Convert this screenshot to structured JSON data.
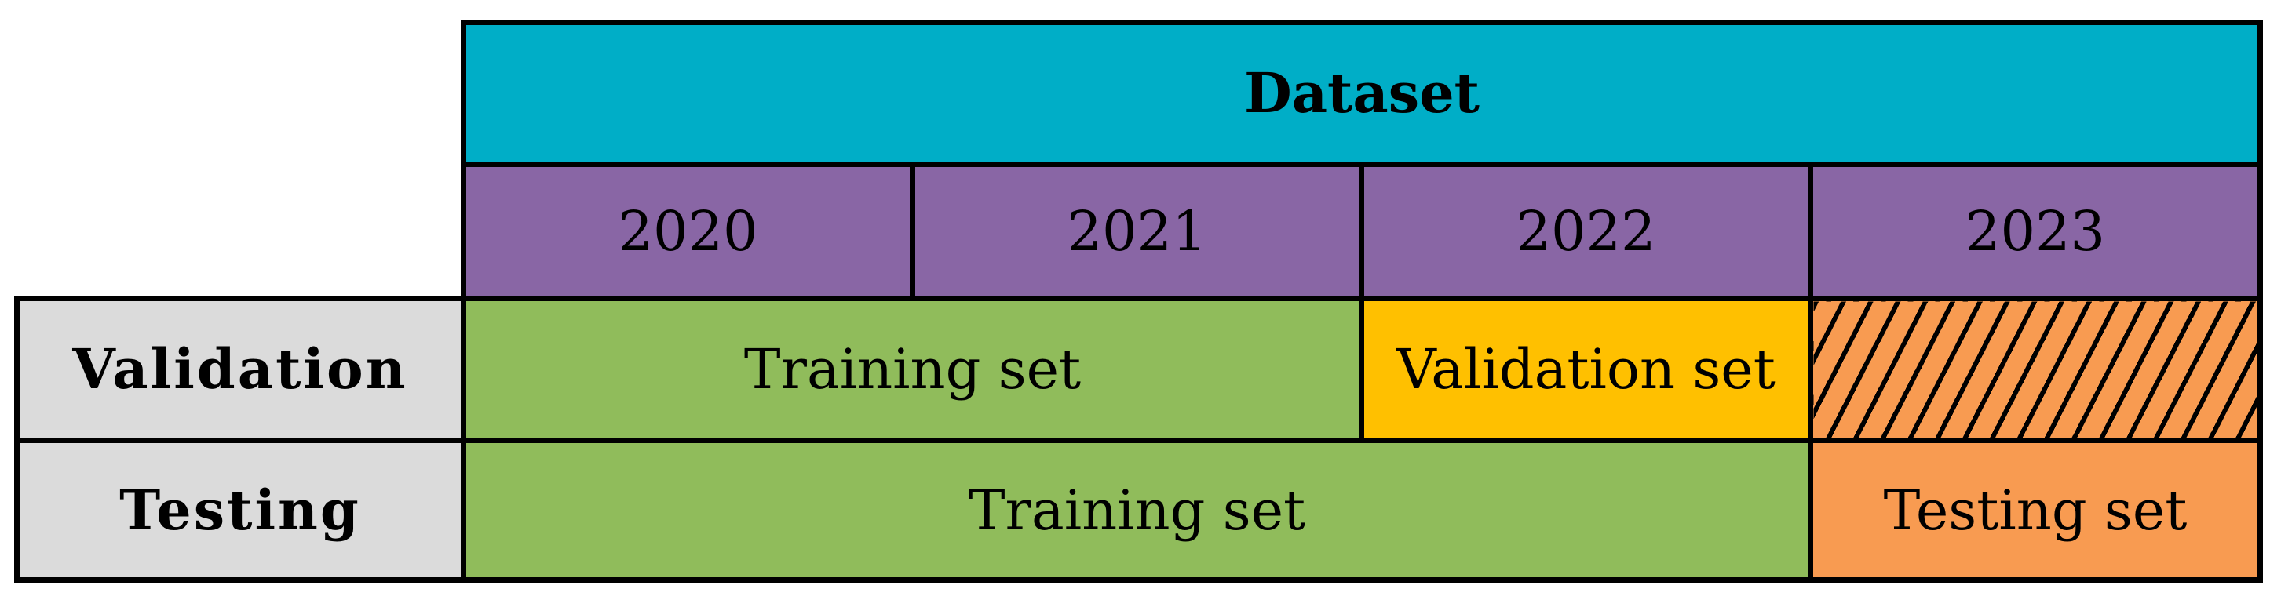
{
  "table": {
    "header": "Dataset",
    "years": [
      "2020",
      "2021",
      "2022",
      "2023"
    ],
    "validation_row": {
      "label": "Validation",
      "training": "Training set",
      "validation": "Validation set"
    },
    "testing_row": {
      "label": "Testing",
      "training": "Training set",
      "testing": "Testing set"
    },
    "colors": {
      "header_fill": "#00AEC7",
      "year_fill": "#8966A5",
      "training_fill": "#90BC5B",
      "validation_fill": "#FFC000",
      "testing_fill": "#F89B51",
      "label_fill": "#DBDBDB",
      "border": "#000000",
      "hatch_stripe": "#000000"
    }
  }
}
